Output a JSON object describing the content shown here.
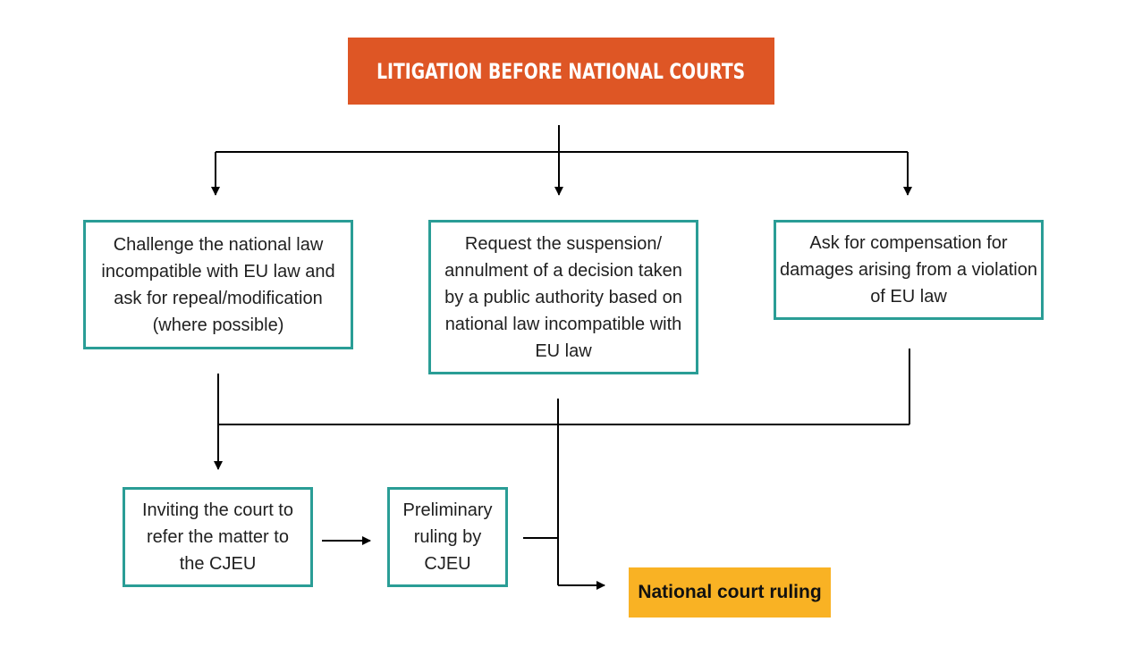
{
  "title": "LITIGATION BEFORE NATIONAL COURTS",
  "options": [
    "Challenge the national law\nincompatible with EU law and\nask for repeal/modification\n(where possible)",
    "Request the suspension/\nannulment of a decision taken\nby a public authority based on\nnational law incompatible with\nEU law",
    "Ask for compensation for\ndamages arising from a violation\nof EU law"
  ],
  "referral": "Inviting the court to\nrefer the matter to\nthe CJEU",
  "preliminary": "Preliminary\nruling by\nCJEU",
  "result": "National court ruling",
  "colors": {
    "title_bg": "#de5625",
    "box_border": "#2a9d96",
    "result_bg": "#f9b224",
    "connector": "#000000"
  }
}
